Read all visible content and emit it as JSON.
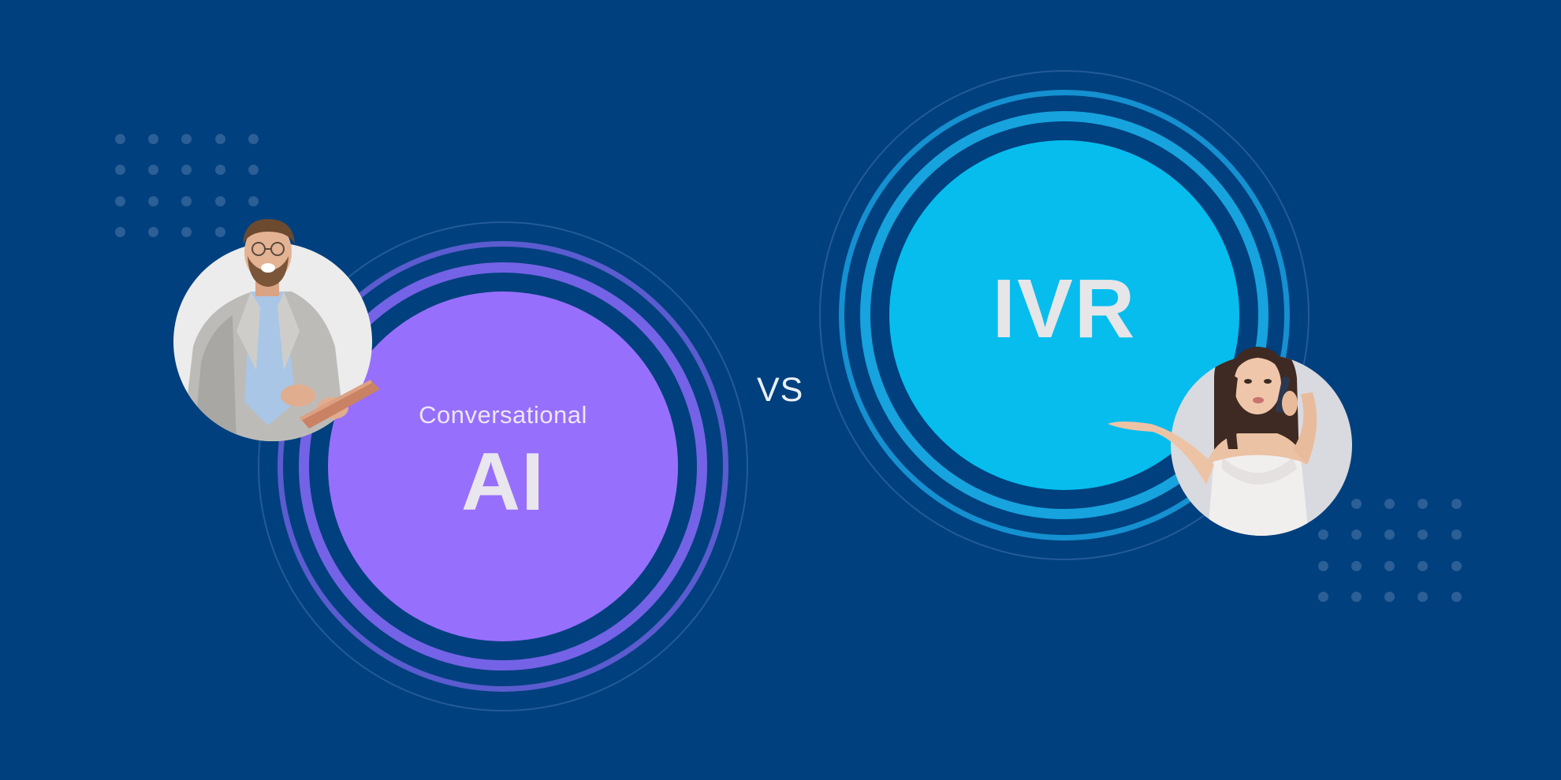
{
  "comparison": {
    "left": {
      "subtitle": "Conversational",
      "title": "AI",
      "color": "#976ffd",
      "ring_colors": [
        "#7463e6",
        "#5b5ccf",
        "#245a98"
      ]
    },
    "separator": "VS",
    "right": {
      "title": "IVR",
      "color": "#06bdee",
      "ring_colors": [
        "#17a3de",
        "#1590d0",
        "#245a98"
      ]
    }
  },
  "illustrations": {
    "left_person": "businessman-with-tablet",
    "right_person": "woman-on-phone-confused"
  },
  "colors": {
    "background": "#00407e",
    "dots": "#2c5f95",
    "photo_bg_left": "#ececec",
    "photo_bg_right": "#d9dadf",
    "text": "#e9e6ee"
  }
}
